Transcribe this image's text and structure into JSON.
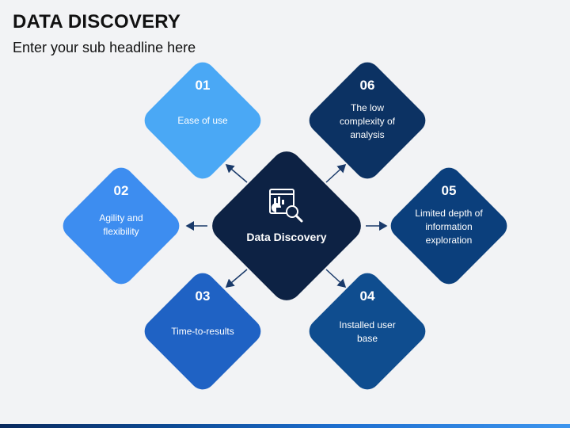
{
  "header": {
    "title": "DATA DISCOVERY",
    "subtitle": "Enter your sub headline here"
  },
  "center": {
    "label": "Data Discovery",
    "icon": "data-analysis-icon",
    "color": "#0d2244"
  },
  "items": [
    {
      "num": "01",
      "text": "Ease of use",
      "color": "#4aa8f5"
    },
    {
      "num": "02",
      "text": "Agility and flexibility",
      "color": "#3d8df0"
    },
    {
      "num": "03",
      "text": "Time-to-results",
      "color": "#1f62c4"
    },
    {
      "num": "04",
      "text": "Installed user base",
      "color": "#0f4d8f"
    },
    {
      "num": "05",
      "text": "Limited depth of information exploration",
      "color": "#0b3f7c"
    },
    {
      "num": "06",
      "text": "The low complexity of analysis",
      "color": "#0c3263"
    }
  ]
}
